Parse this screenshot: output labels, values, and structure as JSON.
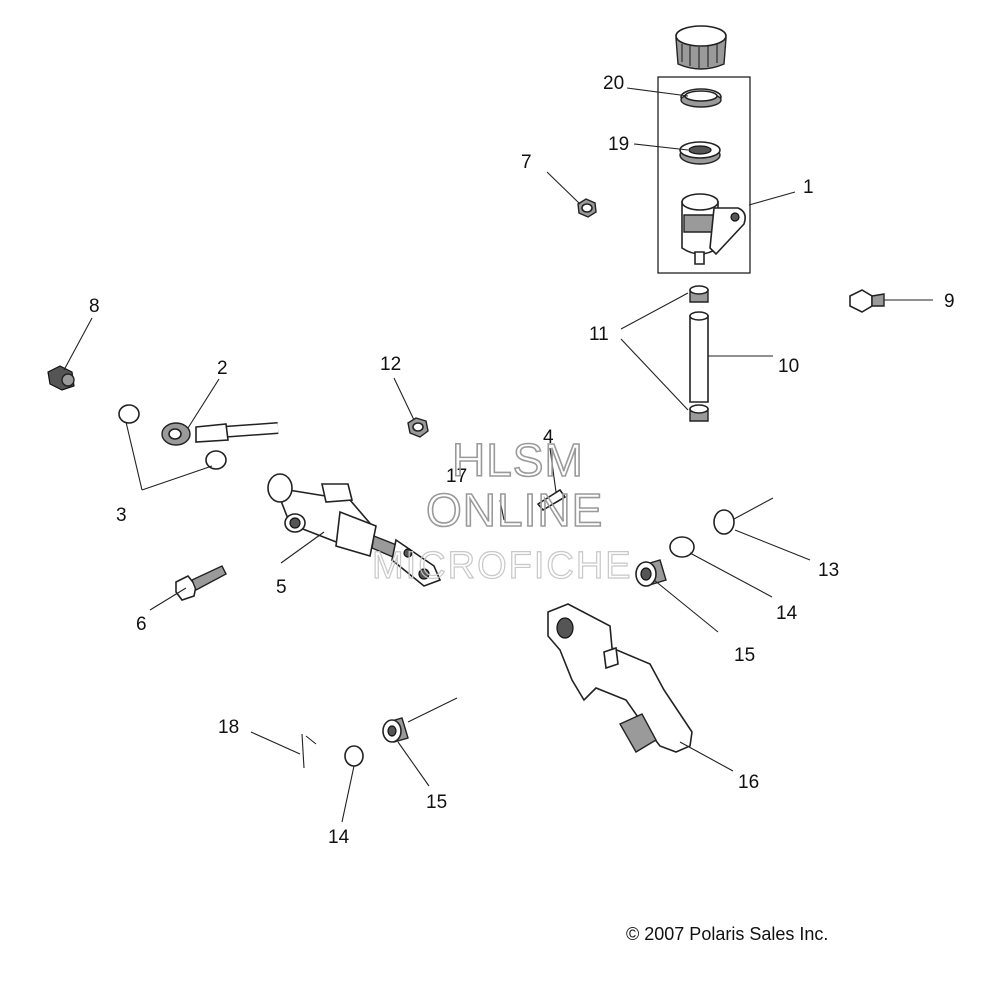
{
  "callouts": {
    "c1": "1",
    "c2": "2",
    "c3": "3",
    "c4": "4",
    "c5": "5",
    "c6": "6",
    "c7": "7",
    "c8": "8",
    "c9": "9",
    "c10": "10",
    "c11": "11",
    "c12": "12",
    "c13": "13",
    "c14a": "14",
    "c14b": "14",
    "c15a": "15",
    "c15b": "15",
    "c16": "16",
    "c17": "17",
    "c18": "18",
    "c19": "19",
    "c20": "20"
  },
  "watermark": {
    "line1": "HLSM",
    "line2": "ONLINE",
    "line3": "MICROFICHE"
  },
  "copyright": "© 2007 Polaris Sales Inc."
}
